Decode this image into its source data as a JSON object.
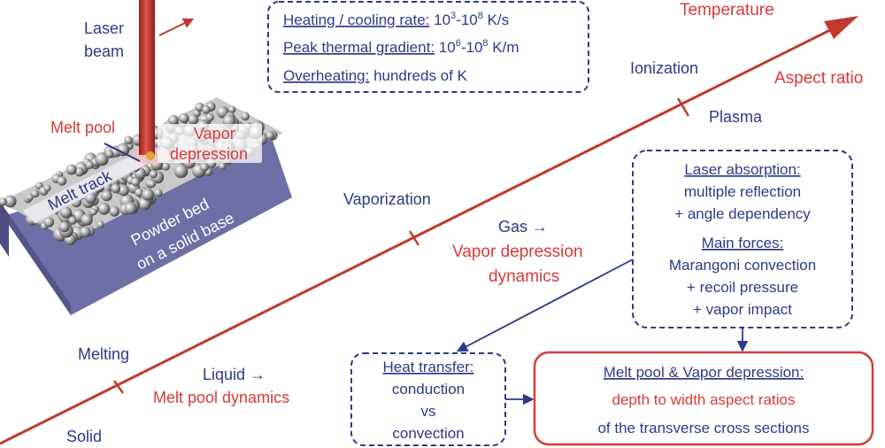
{
  "colors": {
    "navy": "#2b3a86",
    "red": "#d83a3a",
    "box_blue": "#8a8cc0",
    "box_face": "#6f6fa8",
    "beam": "#c0392b"
  },
  "schematic": {
    "laser_beam_line1": "Laser",
    "laser_beam_line2": "beam",
    "melt_pool": "Melt pool",
    "vapor_line1": "Vapor",
    "vapor_line2": "depression",
    "melt_track": "Melt track",
    "powder_line1": "Powder bed",
    "powder_line2": "on a solid base"
  },
  "thermal_box": {
    "heating": {
      "label": "Heating / cooling rate:",
      "value_pre": "10",
      "sup1": "3",
      "value_mid": "-10",
      "sup2": "8",
      "value_post": " K/s"
    },
    "gradient": {
      "label": "Peak thermal gradient:",
      "value_pre": "10",
      "sup1": "6",
      "value_mid": "-10",
      "sup2": "8",
      "value_post": " K/m"
    },
    "overheating": {
      "label": "Overheating:",
      "value": " hundreds of K"
    }
  },
  "axis": {
    "temperature": "Temperature",
    "aspect_ratio": "Aspect ratio"
  },
  "stages": {
    "solid": "Solid",
    "melting": "Melting",
    "vaporization": "Vaporization",
    "ionization": "Ionization",
    "plasma": "Plasma"
  },
  "regimes": {
    "liquid": "Liquid →",
    "melt_pool_dynamics": "Melt pool dynamics",
    "gas": "Gas →",
    "vapor_depression": "Vapor depression",
    "dynamics": "dynamics"
  },
  "absorption_box": {
    "title": "Laser absorption:",
    "line1": "multiple reflection",
    "line2": "+ angle dependency",
    "forces_title": "Main forces:",
    "forces1": "Marangoni convection",
    "forces2": "+ recoil pressure",
    "forces3": "+ vapor impact"
  },
  "heat_box": {
    "title": "Heat transfer:",
    "line1": "conduction",
    "line2": "vs",
    "line3": "convection"
  },
  "meltpool_box": {
    "title": "Melt pool & Vapor depression:",
    "line1": "depth to width aspect ratios",
    "line2": "of the transverse cross sections"
  }
}
